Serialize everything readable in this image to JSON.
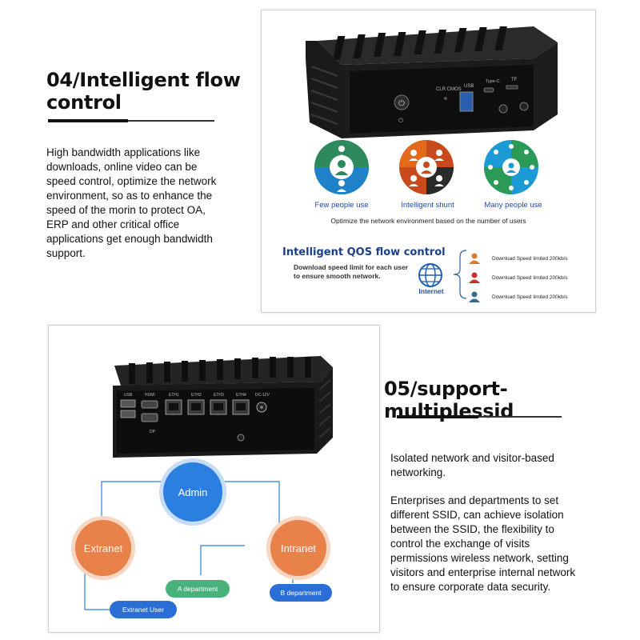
{
  "section4": {
    "title_line1": "04/Intelligent flow",
    "title_line2": "control",
    "body": "High bandwidth applications like downloads, online video can be speed control, optimize the network environment, so as to enhance the speed of the morin to protect OA, ERP and other critical office applications get enough bandwidth support.",
    "device_labels": {
      "clr_cmos": "CLR CMOS",
      "usb": "USB",
      "type_c": "Type-C",
      "tf": "TF"
    },
    "modes": [
      {
        "label": "Few people use"
      },
      {
        "label": "Intelligent shunt"
      },
      {
        "label": "Many people use"
      }
    ],
    "optimize_caption": "Optimize the network environment based on the number of users",
    "qos_title": "Intelligent QOS flow control",
    "qos_sub_line1": "Download speed limit for each user",
    "qos_sub_line2": "to ensure smooth network.",
    "internet_label": "Internet",
    "speed_rows": [
      {
        "text": "Download Speed limited 200kb/s",
        "color": "#e07a2a"
      },
      {
        "text": "Download Speed limited 200kb/s",
        "color": "#c9302c"
      },
      {
        "text": "Download Speed limited 200kb/s",
        "color": "#2e6f8e"
      }
    ]
  },
  "section5": {
    "title": "05/support- multiplessid",
    "para1": "Isolated network and visitor-based networking.",
    "para2": "Enterprises and departments to set different SSID, can achieve isolation between the SSID, the flexibility to control  the exchange of visits permissions wireless network, setting visitors and enterprise internal network to ensure corporate data security.",
    "port_labels": {
      "usb": "USB",
      "hdmi": "HDMI",
      "eth1": "ETH1",
      "eth2": "ETH2",
      "eth3": "ETH3",
      "eth4": "ETH4",
      "dc": "DC-12V",
      "dp": "DP"
    },
    "nodes": {
      "admin": "Admin",
      "extranet": "Extranet",
      "intranet": "Intranet"
    },
    "pills": {
      "a_department": "A department",
      "b_department": "B department",
      "extranet_user": "Extranet User"
    }
  },
  "colors": {
    "blue": "#2b6fd6",
    "orange": "#e9824a",
    "green": "#48b27a",
    "dark_blue": "#1d3f8a"
  }
}
